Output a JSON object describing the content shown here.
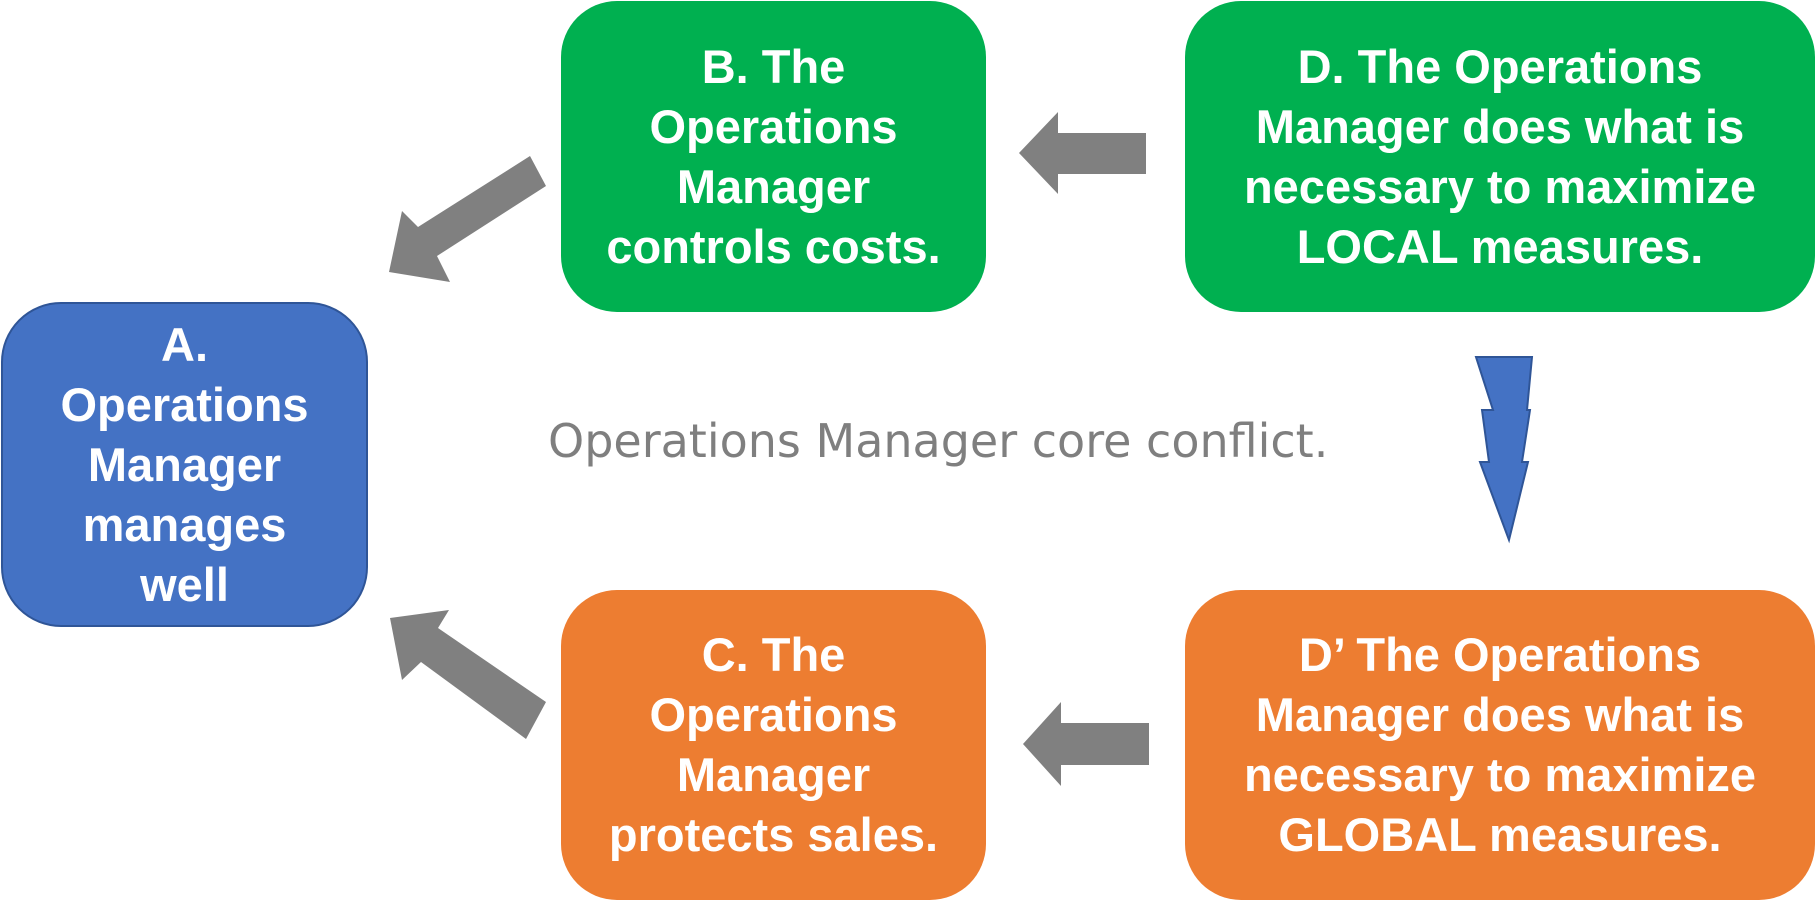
{
  "nodes": {
    "a": {
      "label": "A. Operations Manager manages well",
      "color": "#4472c4"
    },
    "b": {
      "label": "B. The Operations Manager controls costs.",
      "color": "#00b050"
    },
    "c": {
      "label": "C. The Operations Manager protects sales.",
      "color": "#ed7d31"
    },
    "d": {
      "label": "D. The Operations Manager does what is necessary to maximize LOCAL measures.",
      "color": "#00b050"
    },
    "d_prime": {
      "label": "D’ The Operations Manager does what is necessary to maximize GLOBAL measures.",
      "color": "#ed7d31"
    }
  },
  "caption": "Operations Manager core conflict.",
  "edges": [
    {
      "from": "b",
      "to": "a",
      "icon": "arrow-icon"
    },
    {
      "from": "c",
      "to": "a",
      "icon": "arrow-icon"
    },
    {
      "from": "d",
      "to": "b",
      "icon": "arrow-icon"
    },
    {
      "from": "d_prime",
      "to": "c",
      "icon": "arrow-icon"
    },
    {
      "from": "d",
      "to": "d_prime",
      "icon": "lightning-bolt-icon",
      "relation": "conflict"
    }
  ],
  "colors": {
    "arrow": "#808080",
    "conflict": "#4472c4",
    "caption": "#7f7f7f"
  }
}
